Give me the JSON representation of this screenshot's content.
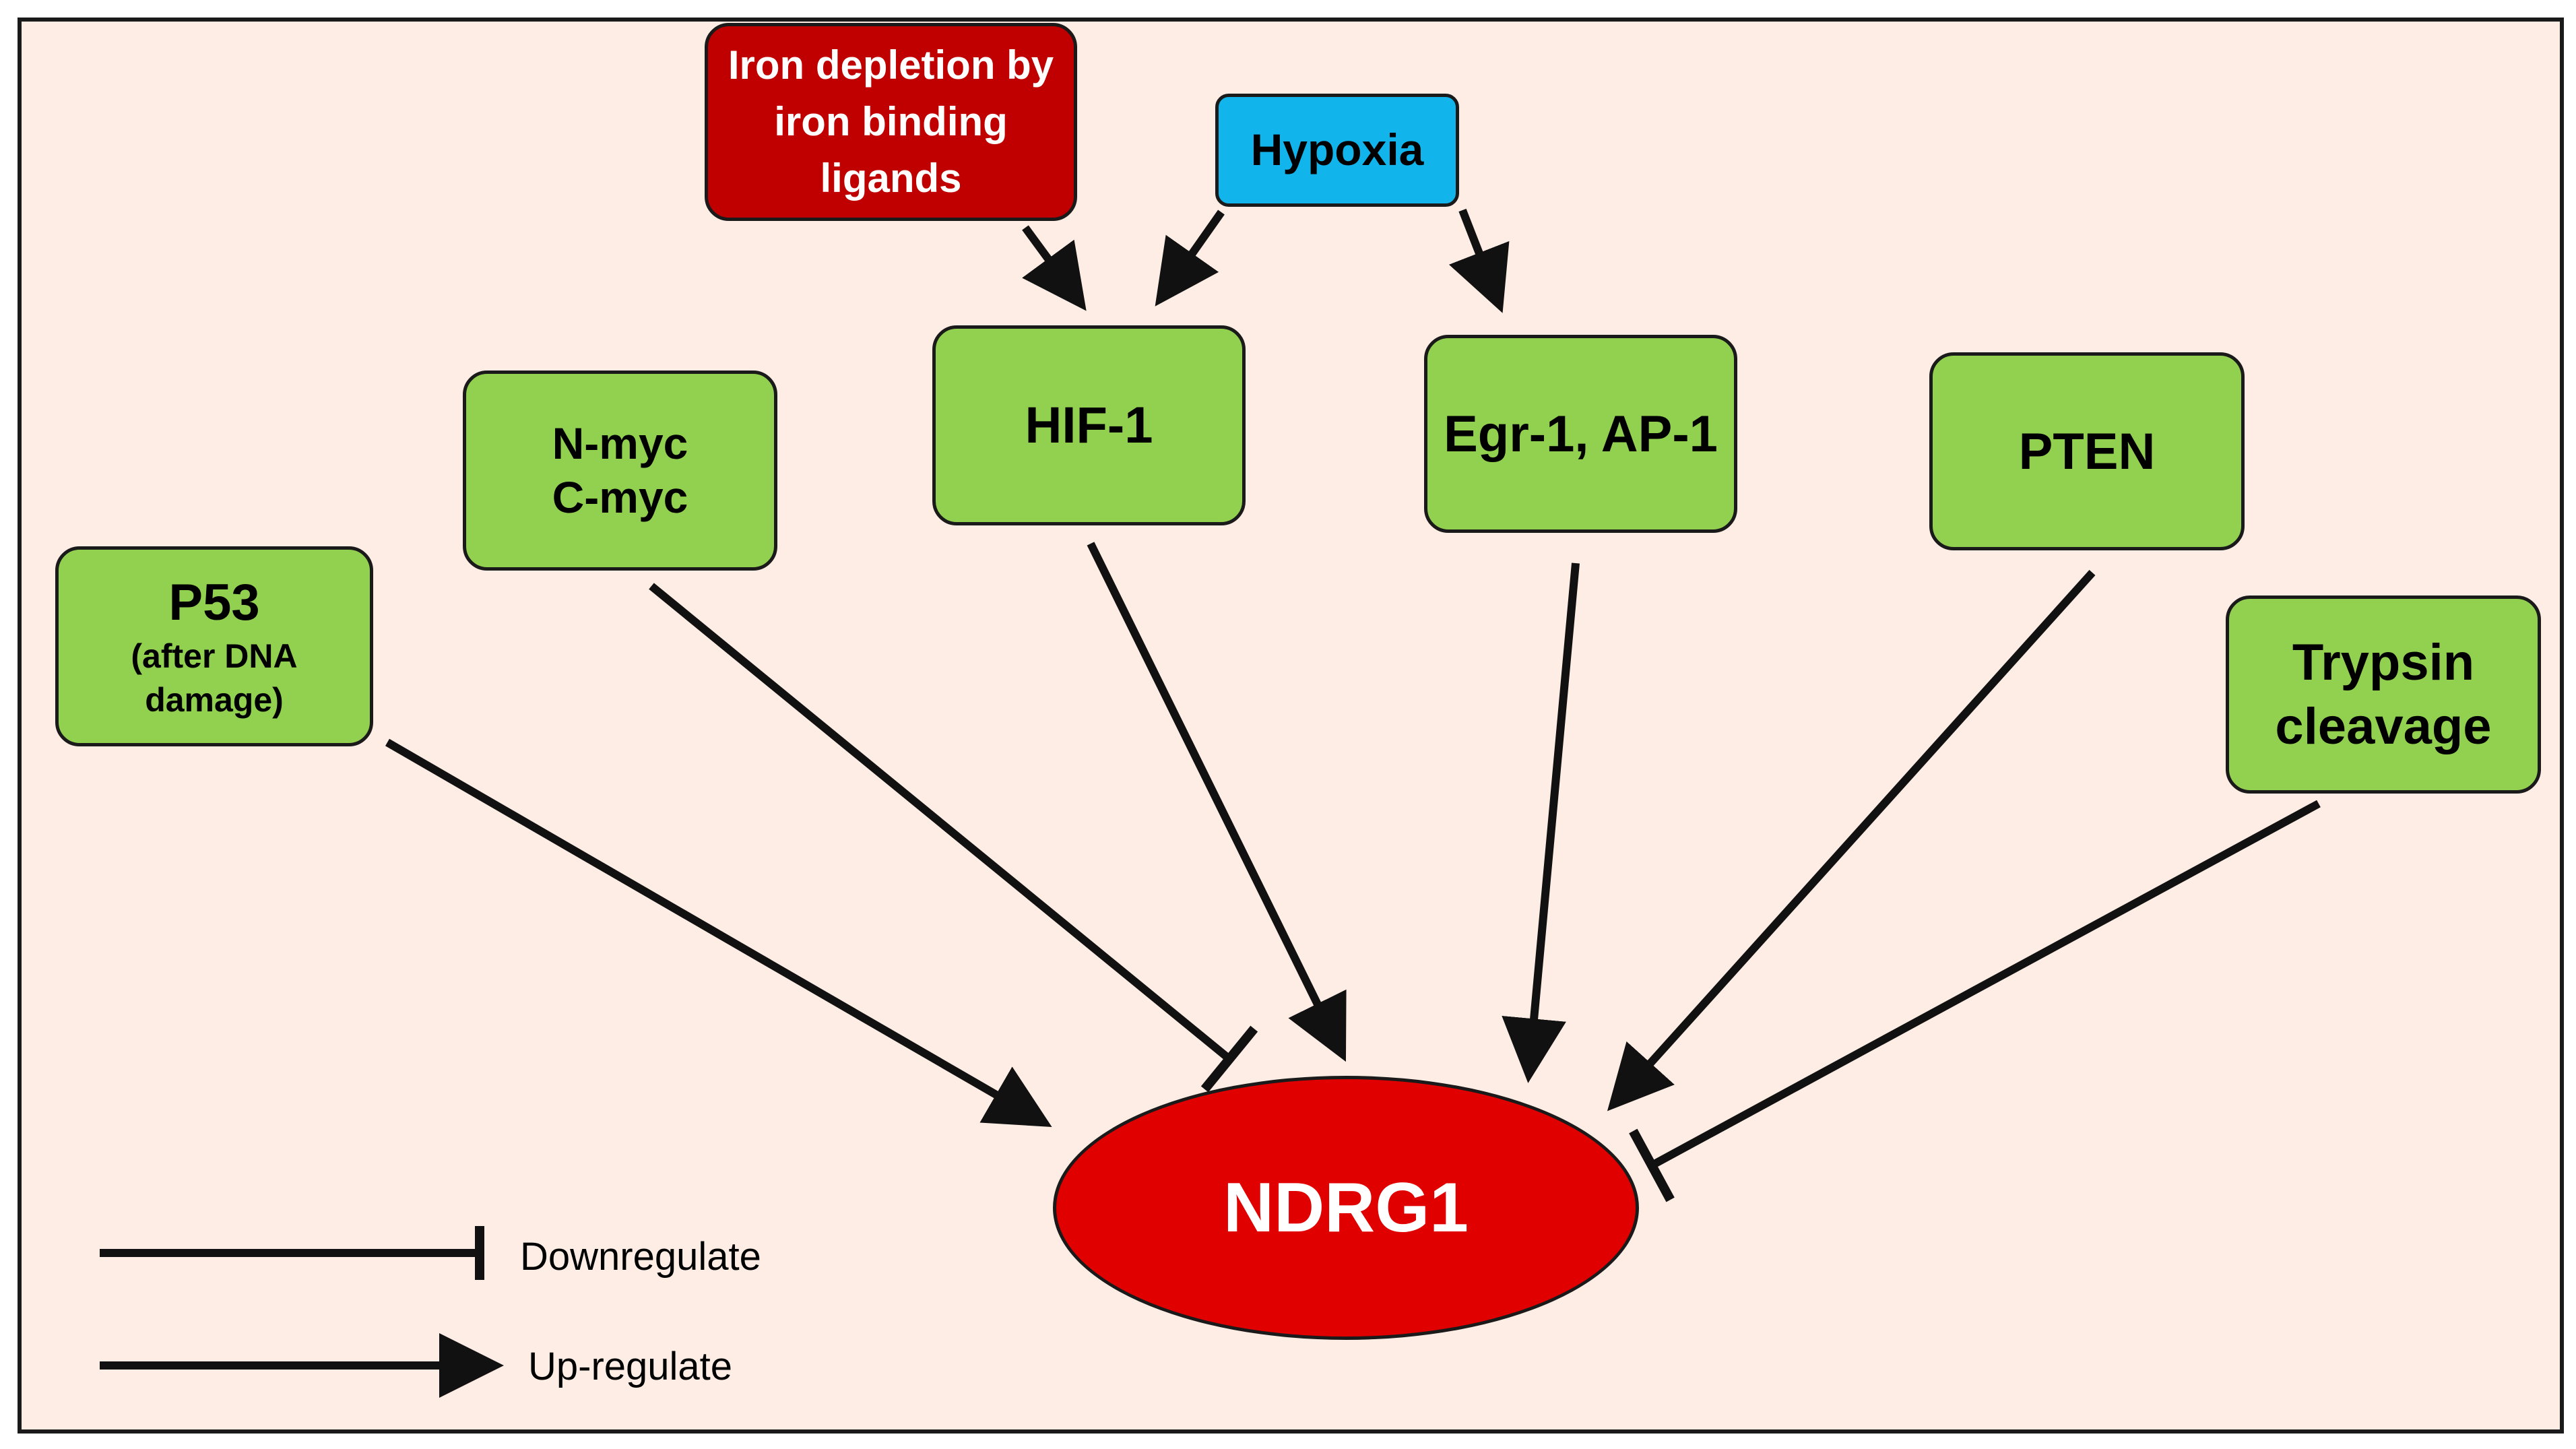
{
  "nodes": {
    "iron": {
      "lines": [
        "Iron depletion by",
        "iron binding",
        "ligands"
      ],
      "color": "#c00000"
    },
    "hypoxia": {
      "label": "Hypoxia",
      "color": "#12b4ec"
    },
    "hif1": {
      "label": "HIF-1",
      "color": "#92d050"
    },
    "egr": {
      "label": "Egr-1, AP-1",
      "color": "#92d050"
    },
    "myc": {
      "lines": [
        "N-myc",
        "C-myc"
      ],
      "color": "#92d050"
    },
    "pten": {
      "label": "PTEN",
      "color": "#92d050"
    },
    "p53": {
      "label": "P53",
      "sub": [
        "(after DNA",
        "damage)"
      ],
      "color": "#92d050"
    },
    "trypsin": {
      "lines": [
        "Trypsin",
        "cleavage"
      ],
      "color": "#92d050"
    },
    "ndrg1": {
      "label": "NDRG1",
      "color": "#e00000"
    }
  },
  "edges": [
    {
      "id": "iron-hif1",
      "from": "iron",
      "to": "hif1",
      "type": "up-regulate"
    },
    {
      "id": "hypoxia-hif1",
      "from": "hypoxia",
      "to": "hif1",
      "type": "up-regulate"
    },
    {
      "id": "hypoxia-egr",
      "from": "hypoxia",
      "to": "egr",
      "type": "up-regulate"
    },
    {
      "id": "p53-ndrg1",
      "from": "p53",
      "to": "ndrg1",
      "type": "up-regulate"
    },
    {
      "id": "myc-ndrg1",
      "from": "myc",
      "to": "ndrg1",
      "type": "downregulate"
    },
    {
      "id": "hif1-ndrg1",
      "from": "hif1",
      "to": "ndrg1",
      "type": "up-regulate"
    },
    {
      "id": "egr-ndrg1",
      "from": "egr",
      "to": "ndrg1",
      "type": "up-regulate"
    },
    {
      "id": "pten-ndrg1",
      "from": "pten",
      "to": "ndrg1",
      "type": "up-regulate"
    },
    {
      "id": "trypsin-ndrg1",
      "from": "trypsin",
      "to": "ndrg1",
      "type": "downregulate"
    }
  ],
  "legend": {
    "downregulate": "Downregulate",
    "upregulate": "Up-regulate"
  }
}
